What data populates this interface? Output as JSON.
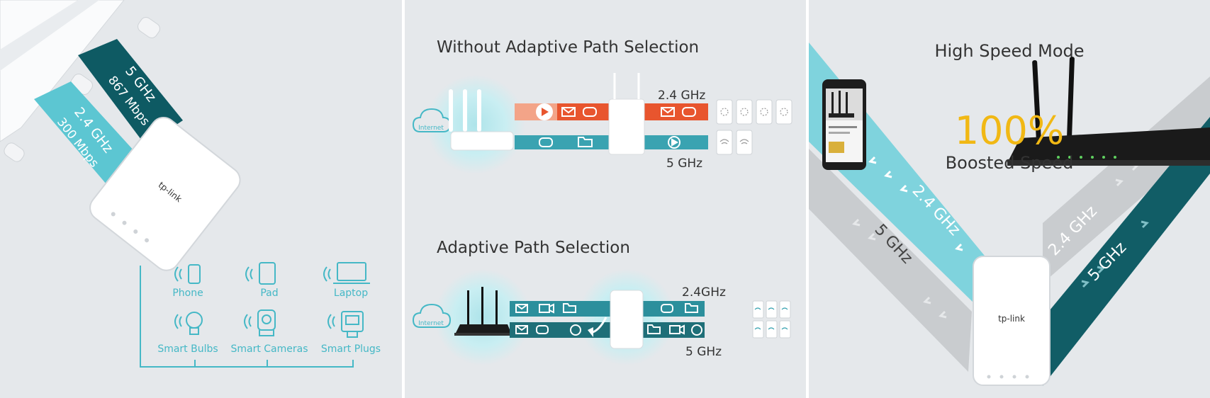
{
  "panel1": {
    "band_24_title": "2.4 GHz",
    "band_24_speed": "300 Mbps",
    "band_5_title": "5 GHz",
    "band_5_speed": "867 Mbps",
    "brand": "tp-link",
    "devices": [
      "Phone",
      "Pad",
      "Laptop",
      "Smart Bulbs",
      "Smart Cameras",
      "Smart Plugs"
    ],
    "colors": {
      "teal_light": "#5cc6d2",
      "teal_dark": "#0e5a63",
      "line": "#45b8c6"
    }
  },
  "panel2": {
    "top_title": "Without Adaptive Path Selection",
    "bottom_title": "Adaptive Path Selection",
    "internet": "Internet",
    "top_label_24": "2.4 GHz",
    "top_label_5": "5 GHz",
    "bottom_label_24": "2.4GHz",
    "bottom_label_5": "5 GHz",
    "colors": {
      "orange": "#e8552e",
      "teal": "#3aa3b1",
      "teal_dark": "#1f6f78"
    }
  },
  "panel3": {
    "title": "High Speed Mode",
    "percent": "100%",
    "subtitle": "Boosted Speed",
    "left_24": "2.4 GHz",
    "left_5": "5 GHz",
    "right_24": "2.4 GHz",
    "right_5": "5 GHz",
    "brand": "tp-link",
    "colors": {
      "percent": "#f1b814",
      "teal_light": "#7fd3dd",
      "gray": "#c9cccf",
      "teal_dark": "#115d66"
    }
  }
}
